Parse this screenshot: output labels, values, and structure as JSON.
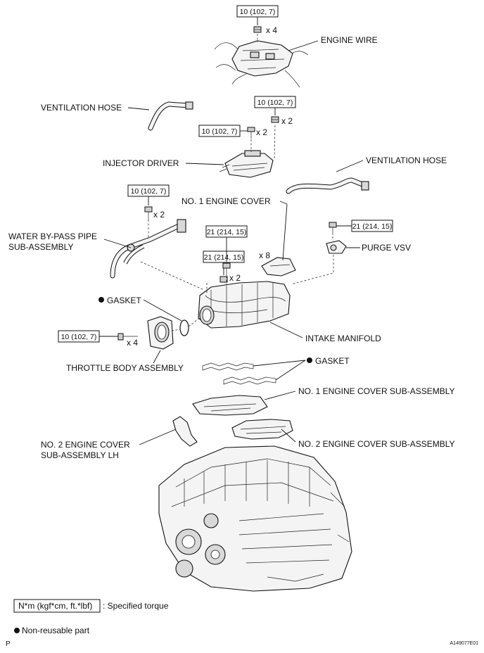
{
  "torques": {
    "engine_wire_nut": "10 (102, 7)",
    "vent_hose_nut": "10 (102, 7)",
    "injector_bolt": "10 (102, 7)",
    "water_pipe_bolt": "10 (102, 7)",
    "manifold_bolt_a": "21 (214, 15)",
    "manifold_bolt_b": "21 (214, 15)",
    "purge_vsv_bolt": "21 (214, 15)",
    "throttle_bolt": "10 (102, 7)"
  },
  "quantities": {
    "engine_wire": "x 4",
    "vent_nut": "x 2",
    "injector": "x 2",
    "water_pipe": "x 2",
    "manifold_a": "x 8",
    "manifold_b": "x 2",
    "throttle": "x 4"
  },
  "labels": {
    "engine_wire": "ENGINE WIRE",
    "ventilation_hose_left": "VENTILATION HOSE",
    "injector_driver": "INJECTOR DRIVER",
    "ventilation_hose_right": "VENTILATION HOSE",
    "no1_engine_cover": "NO. 1 ENGINE COVER",
    "water_bypass_line1": "WATER BY-PASS PIPE",
    "water_bypass_line2": "SUB-ASSEMBLY",
    "purge_vsv": "PURGE VSV",
    "gasket_top": "GASKET",
    "intake_manifold": "INTAKE MANIFOLD",
    "throttle_body": "THROTTLE BODY ASSEMBLY",
    "gasket_right": "GASKET",
    "no1_cover_sub": "NO. 1 ENGINE COVER SUB-ASSEMBLY",
    "no2_cover_lh_line1": "NO. 2 ENGINE COVER",
    "no2_cover_lh_line2": "SUB-ASSEMBLY LH",
    "no2_cover_sub": "NO. 2 ENGINE COVER SUB-ASSEMBLY"
  },
  "legend": {
    "torque_unit": "N*m (kgf*cm, ft.*lbf)",
    "torque_desc": ": Specified torque",
    "nonreusable": "Non-reusable part"
  },
  "footer": {
    "left": "P",
    "code": "A149077E01"
  }
}
